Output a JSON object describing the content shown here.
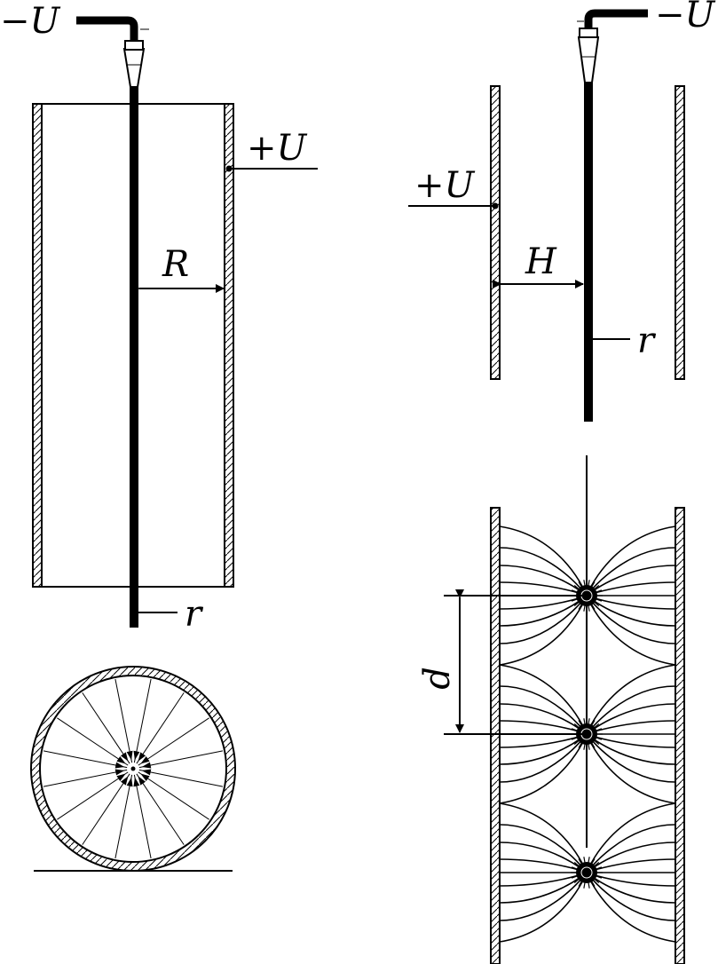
{
  "left_tube": {
    "label_minus_u": "−U",
    "label_plus_u": "+U",
    "label_radius": "R",
    "label_wire": "r"
  },
  "right_plates": {
    "label_minus_u": "−U",
    "label_plus_u": "+U",
    "label_gap": "H",
    "label_wire": "r"
  },
  "field_diagram": {
    "label_spacing": "d",
    "wire_count": 3
  },
  "colors": {
    "line": "#000000",
    "background": "#ffffff"
  }
}
